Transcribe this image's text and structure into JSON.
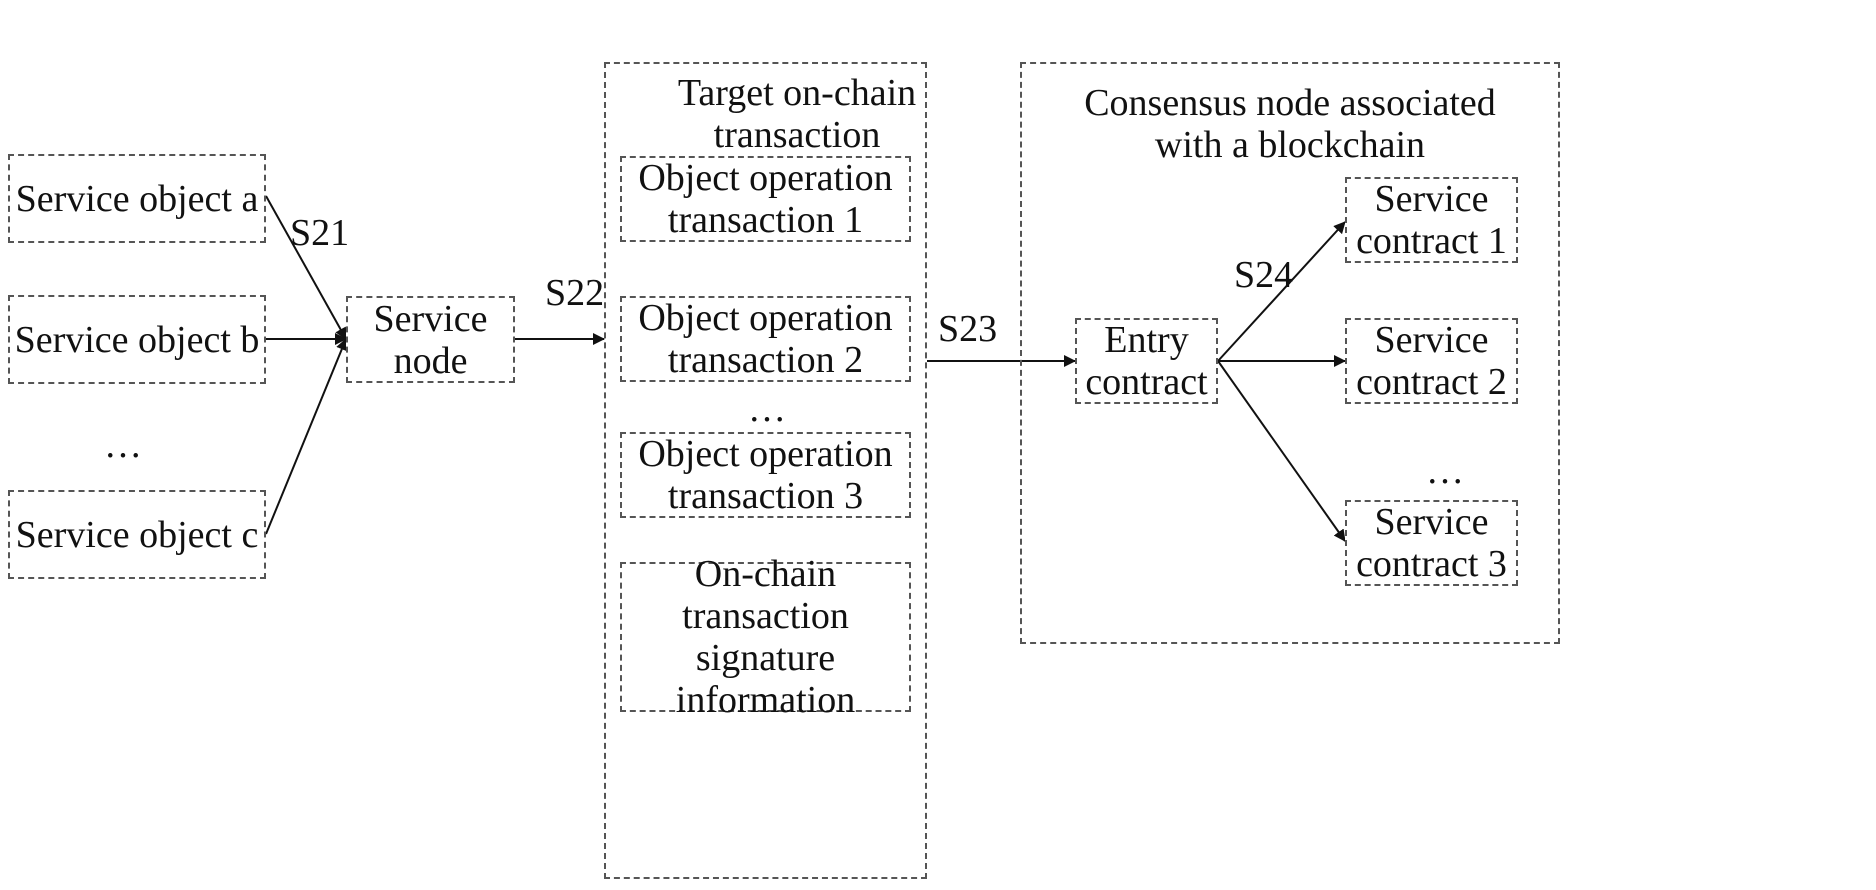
{
  "service_objects": {
    "a": "Service object a",
    "b": "Service object b",
    "ellipsis": "…",
    "c": "Service object c"
  },
  "service_node": "Service node",
  "target_tx": {
    "title": "Target on-chain transaction",
    "tx1": "Object operation transaction 1",
    "tx2": "Object operation transaction 2",
    "ellipsis": "…",
    "tx3": "Object operation transaction 3",
    "signature": "On-chain transaction signature information"
  },
  "consensus": {
    "title": "Consensus node associated with a blockchain",
    "entry": "Entry contract",
    "contract1": "Service contract 1",
    "contract2": "Service contract 2",
    "ellipsis": "…",
    "contract3": "Service contract 3"
  },
  "steps": {
    "s21": "S21",
    "s22": "S22",
    "s23": "S23",
    "s24": "S24"
  }
}
